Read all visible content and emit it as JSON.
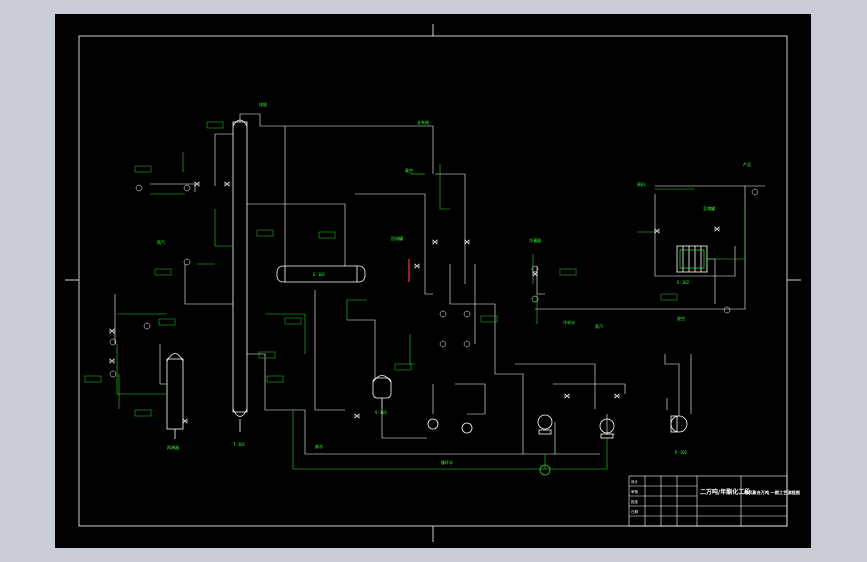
{
  "drawing": {
    "title_block": {
      "col_a": "二万吨/年酯化工段",
      "col_b": "有机聚合万吨 一期工艺流程图",
      "rows": [
        "设计",
        "审核",
        "批准",
        "日期"
      ]
    }
  },
  "colors": {
    "background": "#000000",
    "frame": "#ffffff",
    "labels": "#33ff33",
    "green_pipe": "#2bd42b",
    "equipment": "#ffffff",
    "accent": "#ff3333"
  },
  "labels": {
    "l1": "T-101",
    "l2": "E-101",
    "l3": "V-101",
    "l4": "P-101",
    "l5": "冷凝器",
    "l6": "再沸器",
    "l7": "回流罐",
    "l8": "冷却水",
    "l9": "蒸汽",
    "l10": "产品",
    "l11": "原料",
    "l12": "排放",
    "l13": "废水",
    "l14": "循环水",
    "l15": "放空",
    "l16": "至储罐",
    "l17": "去系统",
    "l18": "真空",
    "l19": "氮气",
    "l20": "E-102"
  }
}
